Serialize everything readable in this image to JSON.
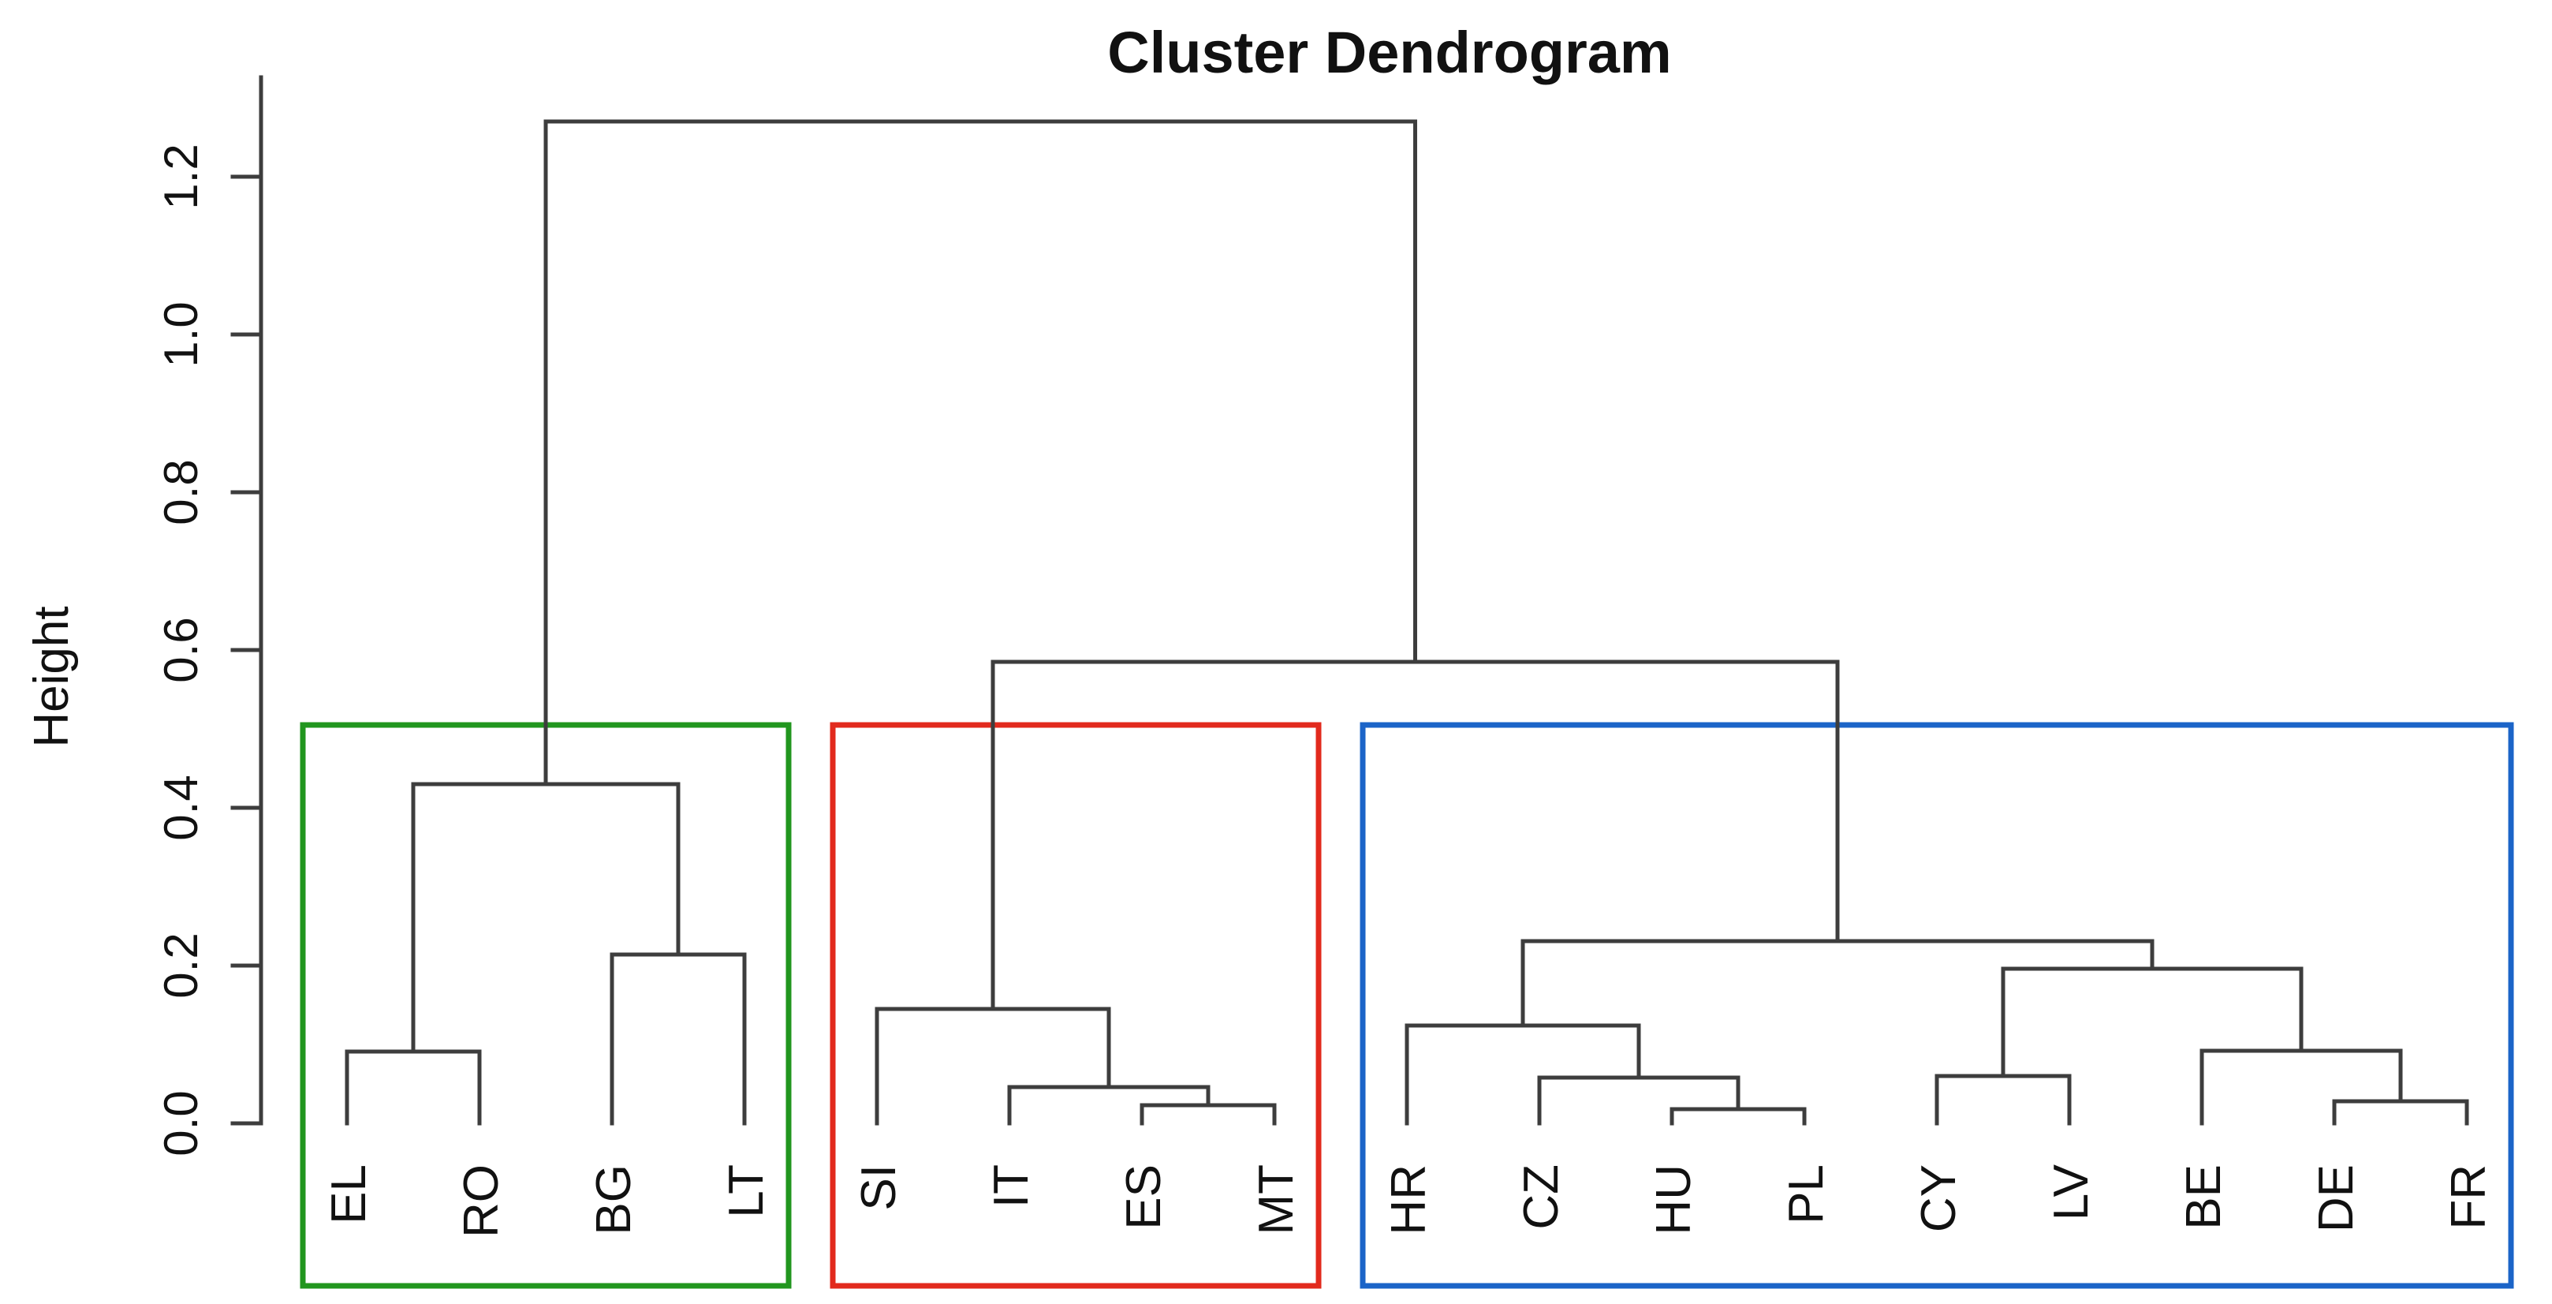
{
  "title": "Cluster Dendrogram",
  "y_axis": {
    "label": "Height",
    "ticks": [
      {
        "label": "0.0",
        "value": 0.0
      },
      {
        "label": "0.2",
        "value": 0.2
      },
      {
        "label": "0.4",
        "value": 0.4
      },
      {
        "label": "0.6",
        "value": 0.6
      },
      {
        "label": "0.8",
        "value": 0.8
      },
      {
        "label": "1.0",
        "value": 1.0
      },
      {
        "label": "1.2",
        "value": 1.2
      }
    ]
  },
  "colors": {
    "line": "#3d3d3d",
    "text": "#111111",
    "cluster_green": "#21961e",
    "cluster_red": "#e22a1d",
    "cluster_blue": "#1b64c8"
  },
  "chart_data": {
    "type": "dendrogram",
    "title": "Cluster Dendrogram",
    "ylabel": "Height",
    "ylim": [
      0.0,
      1.32
    ],
    "root_height": 1.27,
    "leaves": [
      "EL",
      "RO",
      "BG",
      "LT",
      "SI",
      "IT",
      "ES",
      "MT",
      "HR",
      "CZ",
      "HU",
      "PL",
      "CY",
      "LV",
      "BE",
      "DE",
      "FR"
    ],
    "merges": [
      {
        "members": [
          "EL",
          "RO"
        ],
        "height": 0.091
      },
      {
        "members": [
          "BG",
          "LT"
        ],
        "height": 0.214
      },
      {
        "members": [
          "EL",
          "RO",
          "BG",
          "LT"
        ],
        "height": 0.43
      },
      {
        "members": [
          "ES",
          "MT"
        ],
        "height": 0.023
      },
      {
        "members": [
          "IT",
          "ES",
          "MT"
        ],
        "height": 0.046
      },
      {
        "members": [
          "SI",
          "IT",
          "ES",
          "MT"
        ],
        "height": 0.145
      },
      {
        "members": [
          "HU",
          "PL"
        ],
        "height": 0.018
      },
      {
        "members": [
          "CZ",
          "HU",
          "PL"
        ],
        "height": 0.058
      },
      {
        "members": [
          "HR",
          "CZ",
          "HU",
          "PL"
        ],
        "height": 0.124
      },
      {
        "members": [
          "CY",
          "LV"
        ],
        "height": 0.06
      },
      {
        "members": [
          "DE",
          "FR"
        ],
        "height": 0.028
      },
      {
        "members": [
          "BE",
          "DE",
          "FR"
        ],
        "height": 0.092
      },
      {
        "members": [
          "CY",
          "LV",
          "BE",
          "DE",
          "FR"
        ],
        "height": 0.196
      },
      {
        "members": [
          "HR",
          "CZ",
          "HU",
          "PL",
          "CY",
          "LV",
          "BE",
          "DE",
          "FR"
        ],
        "height": 0.231
      },
      {
        "members": [
          "SI",
          "IT",
          "ES",
          "MT",
          "HR",
          "CZ",
          "HU",
          "PL",
          "CY",
          "LV",
          "BE",
          "DE",
          "FR"
        ],
        "height": 0.585
      },
      {
        "members": [
          "all"
        ],
        "height": 1.27
      }
    ],
    "tree": {
      "h": 1.27,
      "c": [
        {
          "h": 0.43,
          "c": [
            {
              "h": 0.091,
              "c": [
                "EL",
                "RO"
              ]
            },
            {
              "h": 0.214,
              "c": [
                "BG",
                "LT"
              ]
            }
          ]
        },
        {
          "h": 0.585,
          "c": [
            {
              "h": 0.145,
              "c": [
                "SI",
                {
                  "h": 0.046,
                  "c": [
                    "IT",
                    {
                      "h": 0.023,
                      "c": [
                        "ES",
                        "MT"
                      ]
                    }
                  ]
                }
              ]
            },
            {
              "h": 0.231,
              "c": [
                {
                  "h": 0.124,
                  "c": [
                    "HR",
                    {
                      "h": 0.058,
                      "c": [
                        "CZ",
                        {
                          "h": 0.018,
                          "c": [
                            "HU",
                            "PL"
                          ]
                        }
                      ]
                    }
                  ]
                },
                {
                  "h": 0.196,
                  "c": [
                    {
                      "h": 0.06,
                      "c": [
                        "CY",
                        "LV"
                      ]
                    },
                    {
                      "h": 0.092,
                      "c": [
                        "BE",
                        {
                          "h": 0.028,
                          "c": [
                            "DE",
                            "FR"
                          ]
                        }
                      ]
                    }
                  ]
                }
              ]
            }
          ]
        }
      ]
    },
    "clusters": [
      {
        "name": "cluster-1",
        "color_key": "cluster_green",
        "first_leaf": "EL",
        "last_leaf": "LT",
        "leaves": [
          "EL",
          "RO",
          "BG",
          "LT"
        ]
      },
      {
        "name": "cluster-2",
        "color_key": "cluster_red",
        "first_leaf": "SI",
        "last_leaf": "MT",
        "leaves": [
          "SI",
          "IT",
          "ES",
          "MT"
        ]
      },
      {
        "name": "cluster-3",
        "color_key": "cluster_blue",
        "first_leaf": "HR",
        "last_leaf": "FR",
        "leaves": [
          "HR",
          "CZ",
          "HU",
          "PL",
          "CY",
          "LV",
          "BE",
          "DE",
          "FR"
        ]
      }
    ],
    "legend": null,
    "grid": false
  }
}
